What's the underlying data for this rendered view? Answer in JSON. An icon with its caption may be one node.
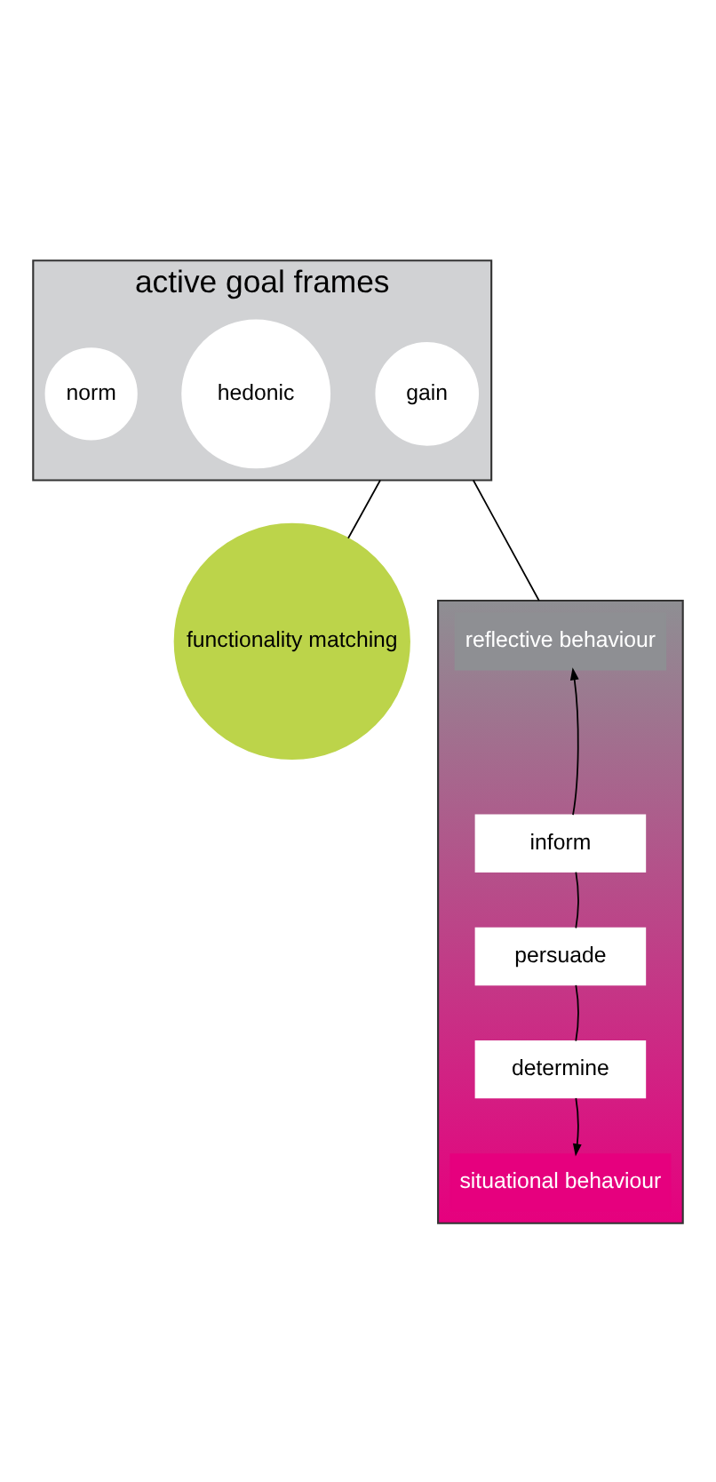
{
  "diagram": {
    "nodes": [
      {
        "text": [
          "active goal frames"
        ]
      },
      {
        "text": [
          "gain"
        ],
        "in": 0
      },
      {
        "text": [
          "hedonic"
        ],
        "in": 0
      },
      {
        "text": [
          "norm"
        ],
        "in": 0
      },
      {
        "text": [
          "functionality matching"
        ]
      },
      {
        "text": [],
        "shape": "bar"
      },
      {
        "text": [
          "reflective behaviour"
        ],
        "in": 5
      },
      {
        "text": [
          "inform"
        ],
        "in": 5
      },
      {
        "text": [
          "persuade"
        ],
        "in": 5
      },
      {
        "text": [
          "determine"
        ],
        "in": 5
      },
      {
        "text": [
          "situational behaviour"
        ],
        "in": 5
      }
    ],
    "edges": [
      {
        "from": 0,
        "to": 4,
        "arrow": "none"
      },
      {
        "from": 0,
        "to": 5,
        "arrow": "none"
      },
      {
        "from": 7,
        "to": 6,
        "arrow": "to"
      },
      {
        "from": 7,
        "to": 8,
        "arrow": "none"
      },
      {
        "from": 8,
        "to": 9,
        "arrow": "none"
      },
      {
        "from": 9,
        "to": 10,
        "arrow": "to"
      }
    ]
  }
}
